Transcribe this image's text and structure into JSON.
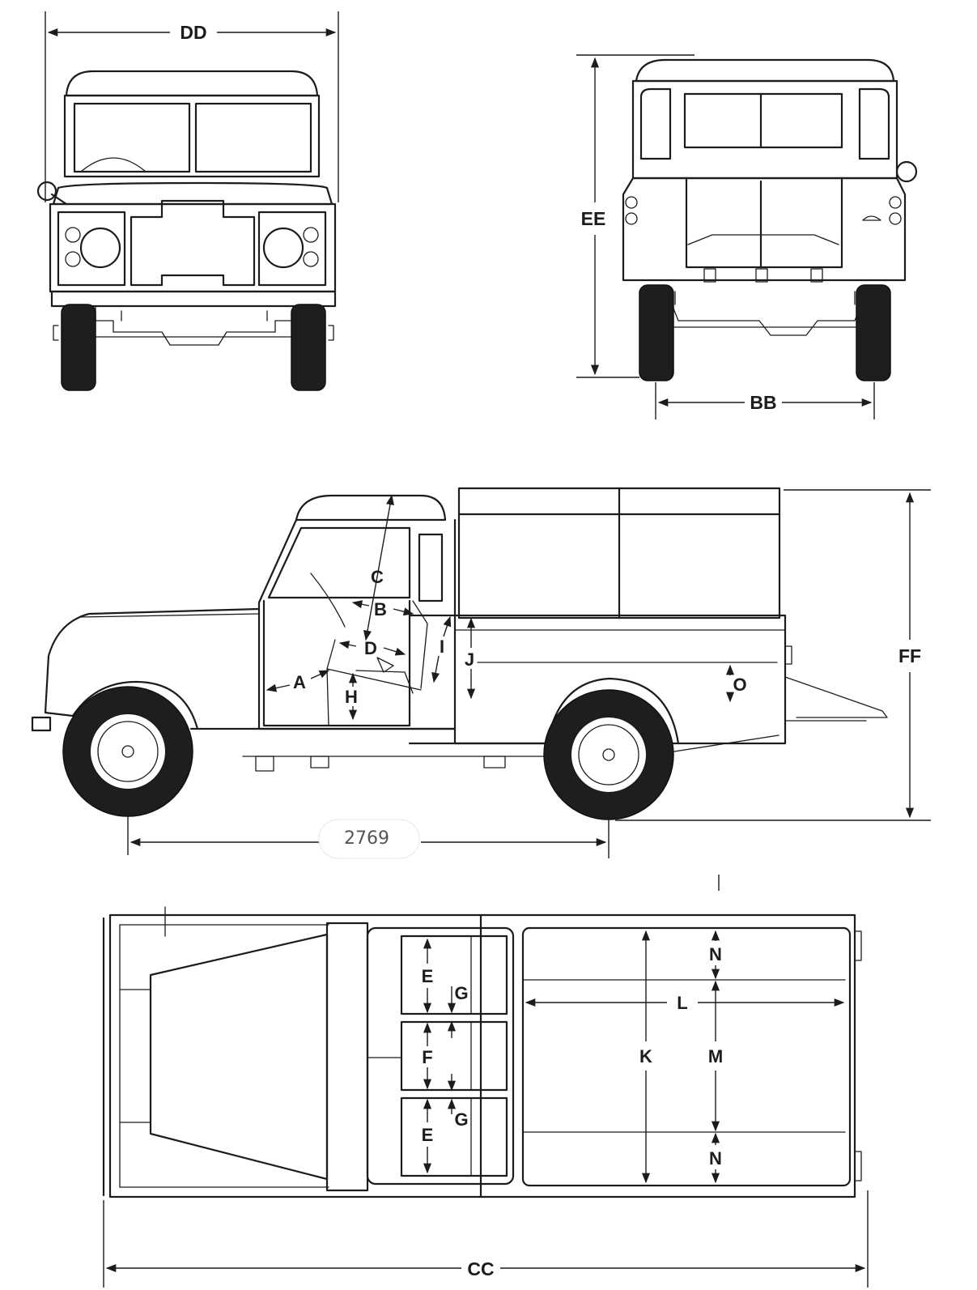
{
  "labels": {
    "dd": "DD",
    "ee": "EE",
    "bb": "BB",
    "ff": "FF",
    "cc": "CC",
    "a": "A",
    "b": "B",
    "c": "C",
    "d": "D",
    "e_top": "E",
    "e_bottom": "E",
    "f": "F",
    "g_top": "G",
    "g_bottom": "G",
    "h": "H",
    "i": "I",
    "j": "J",
    "k": "K",
    "l": "L",
    "m": "M",
    "n_top": "N",
    "n_bottom": "N",
    "o": "O"
  },
  "wheelbase": "2769",
  "colors": {
    "line": "#1c1c1c",
    "tyre": "#1e1e1e",
    "paper": "#ffffff",
    "wheelbase_text": "#555555"
  }
}
